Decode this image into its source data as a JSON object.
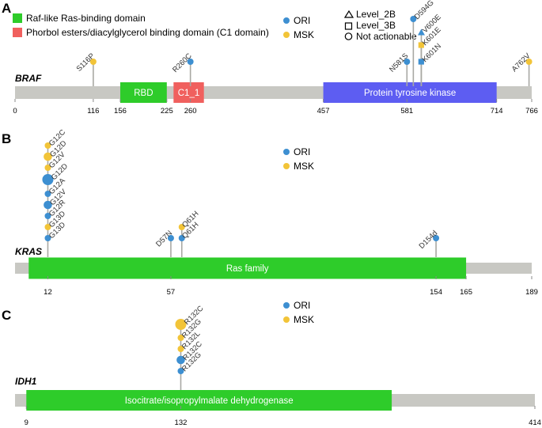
{
  "colors": {
    "ori": "#3d8fd1",
    "msk": "#f2c438",
    "backbone": "#c8c8c3",
    "lollipop_stem": "#a8a8a3",
    "rbd": "#2ecc2a",
    "c1": "#f0605e",
    "kinase": "#5d5df2",
    "ras_family": "#2ecc2a",
    "idh": "#2ecc2a"
  },
  "legends": {
    "domains": [
      {
        "label": "Raf-like Ras-binding domain",
        "color": "#2ecc2a"
      },
      {
        "label": "Phorbol esters/diacylglycerol binding domain (C1 domain)",
        "color": "#f0605e"
      }
    ],
    "sources": [
      {
        "label": "ORI",
        "color": "#3d8fd1"
      },
      {
        "label": "MSK",
        "color": "#f2c438"
      }
    ],
    "levels": [
      {
        "label": "Level_2B",
        "shape": "triangle"
      },
      {
        "label": "Level_3B",
        "shape": "square"
      },
      {
        "label": "Not actionable",
        "shape": "circle"
      }
    ]
  },
  "chart_data": [
    {
      "type": "lollipop",
      "panel": "A",
      "gene": "BRAF",
      "protein_length": 766,
      "axis_ticks": [
        0,
        116,
        156,
        225,
        260,
        457,
        581,
        714,
        766
      ],
      "domains": [
        {
          "name": "RBD",
          "start": 156,
          "end": 225,
          "color": "#2ecc2a"
        },
        {
          "name": "C1_1",
          "start": 235,
          "end": 280,
          "color": "#f0605e"
        },
        {
          "name": "Protein tyrosine kinase",
          "start": 457,
          "end": 714,
          "color": "#5d5df2"
        }
      ],
      "mutations": [
        {
          "label": "S116P",
          "pos": 116,
          "source": "MSK",
          "level": "Not actionable",
          "stack": 0
        },
        {
          "label": "R260C",
          "pos": 260,
          "source": "ORI",
          "level": "Not actionable",
          "stack": 0
        },
        {
          "label": "N581S",
          "pos": 581,
          "source": "ORI",
          "level": "Not actionable",
          "stack": 0
        },
        {
          "label": "D594G",
          "pos": 594,
          "source": "ORI",
          "level": "Not actionable",
          "stack": 3
        },
        {
          "label": "V600E",
          "pos": 600,
          "source": "ORI",
          "level": "Level_2B",
          "stack": 2
        },
        {
          "label": "K601E",
          "pos": 601,
          "source": "MSK",
          "level": "Level_3B",
          "stack": 1
        },
        {
          "label": "K601N",
          "pos": 601,
          "source": "ORI",
          "level": "Level_3B",
          "stack": 0
        },
        {
          "label": "A762V",
          "pos": 762,
          "source": "MSK",
          "level": "Not actionable",
          "stack": 0
        }
      ]
    },
    {
      "type": "lollipop",
      "panel": "B",
      "gene": "KRAS",
      "protein_length": 189,
      "axis_ticks": [
        12,
        57,
        154,
        165,
        189
      ],
      "domains": [
        {
          "name": "Ras family",
          "start": 5,
          "end": 165,
          "color": "#2ecc2a"
        }
      ],
      "mutations": [
        {
          "label": "G13D",
          "pos": 12,
          "source": "ORI",
          "level": "Not actionable",
          "stack": 0,
          "size": "small"
        },
        {
          "label": "G13D",
          "pos": 12,
          "source": "MSK",
          "level": "Not actionable",
          "stack": 1,
          "size": "small"
        },
        {
          "label": "G12R",
          "pos": 12,
          "source": "ORI",
          "level": "Not actionable",
          "stack": 2,
          "size": "small"
        },
        {
          "label": "G12V",
          "pos": 12,
          "source": "ORI",
          "level": "Not actionable",
          "stack": 3,
          "size": "medium"
        },
        {
          "label": "G12A",
          "pos": 12,
          "source": "ORI",
          "level": "Not actionable",
          "stack": 4,
          "size": "small"
        },
        {
          "label": "G12D",
          "pos": 12,
          "source": "ORI",
          "level": "Not actionable",
          "stack": 5,
          "size": "large"
        },
        {
          "label": "G12V",
          "pos": 12,
          "source": "MSK",
          "level": "Not actionable",
          "stack": 6,
          "size": "small"
        },
        {
          "label": "G12D",
          "pos": 12,
          "source": "MSK",
          "level": "Not actionable",
          "stack": 7,
          "size": "medium"
        },
        {
          "label": "G12C",
          "pos": 12,
          "source": "MSK",
          "level": "Not actionable",
          "stack": 8,
          "size": "small"
        },
        {
          "label": "D57N",
          "pos": 57,
          "source": "ORI",
          "level": "Not actionable",
          "stack": 0,
          "size": "small"
        },
        {
          "label": "Q61H",
          "pos": 61,
          "source": "ORI",
          "level": "Not actionable",
          "stack": 0,
          "size": "small"
        },
        {
          "label": "Q61H",
          "pos": 61,
          "source": "MSK",
          "level": "Not actionable",
          "stack": 1,
          "size": "small"
        },
        {
          "label": "D154d",
          "pos": 154,
          "source": "ORI",
          "level": "Not actionable",
          "stack": 0,
          "size": "small"
        }
      ]
    },
    {
      "type": "lollipop",
      "panel": "C",
      "gene": "IDH1",
      "protein_length": 414,
      "axis_ticks": [
        9,
        132,
        414
      ],
      "domains": [
        {
          "name": "Isocitrate/isopropylmalate dehydrogenase",
          "start": 9,
          "end": 300,
          "color": "#2ecc2a"
        }
      ],
      "mutations": [
        {
          "label": "R132G",
          "pos": 132,
          "source": "ORI",
          "level": "Not actionable",
          "stack": 0,
          "size": "small"
        },
        {
          "label": "R132C",
          "pos": 132,
          "source": "ORI",
          "level": "Not actionable",
          "stack": 1,
          "size": "medium"
        },
        {
          "label": "R132L",
          "pos": 132,
          "source": "MSK",
          "level": "Not actionable",
          "stack": 2,
          "size": "small"
        },
        {
          "label": "R132G",
          "pos": 132,
          "source": "MSK",
          "level": "Not actionable",
          "stack": 3,
          "size": "small"
        },
        {
          "label": "R132C",
          "pos": 132,
          "source": "MSK",
          "level": "Not actionable",
          "stack": 4,
          "size": "large"
        }
      ]
    }
  ]
}
